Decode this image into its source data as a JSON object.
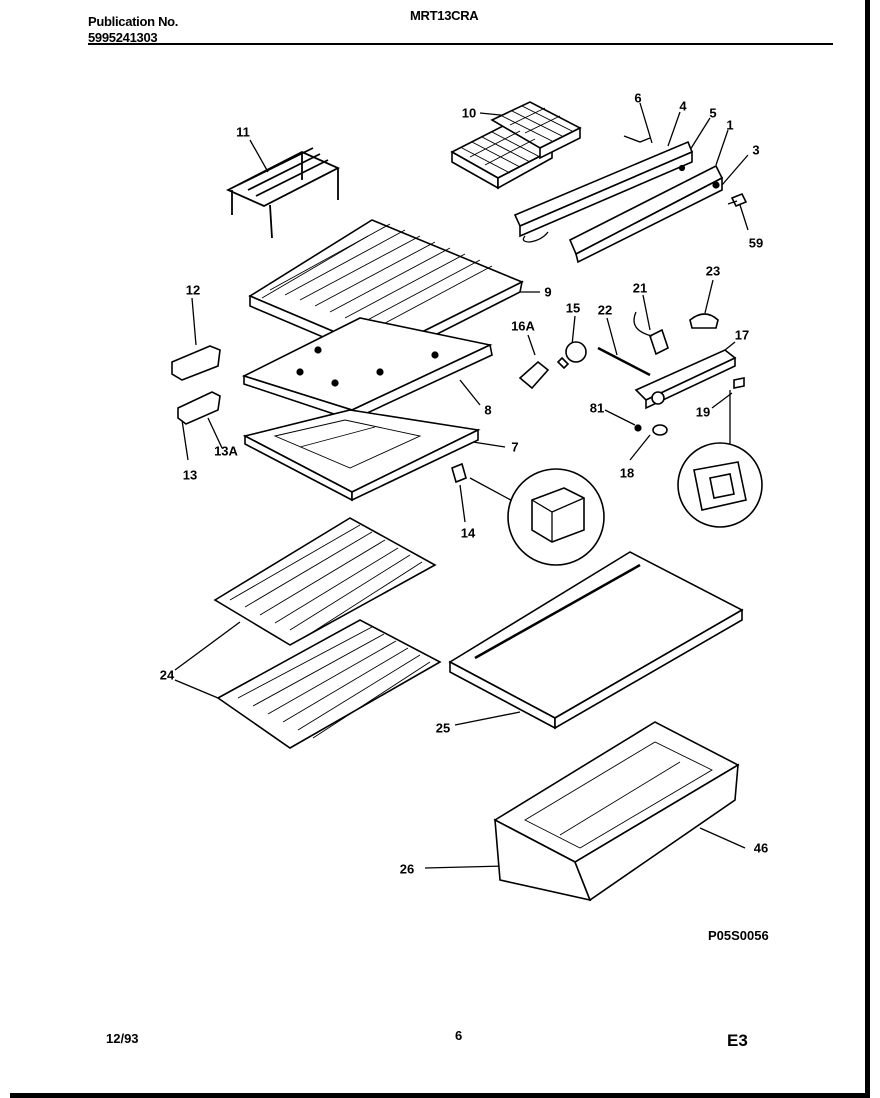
{
  "header": {
    "publication_label": "Publication No.",
    "publication_number": "5995241303",
    "model": "MRT13CRA"
  },
  "diagram": {
    "callouts": [
      "11",
      "10",
      "6",
      "4",
      "5",
      "1",
      "3",
      "59",
      "9",
      "12",
      "16A",
      "15",
      "22",
      "21",
      "23",
      "17",
      "8",
      "81",
      "19",
      "13",
      "13A",
      "7",
      "18",
      "14",
      "24",
      "25",
      "26",
      "46"
    ],
    "figure_id": "P05S0056"
  },
  "footer": {
    "date": "12/93",
    "page": "6",
    "section": "E3"
  }
}
